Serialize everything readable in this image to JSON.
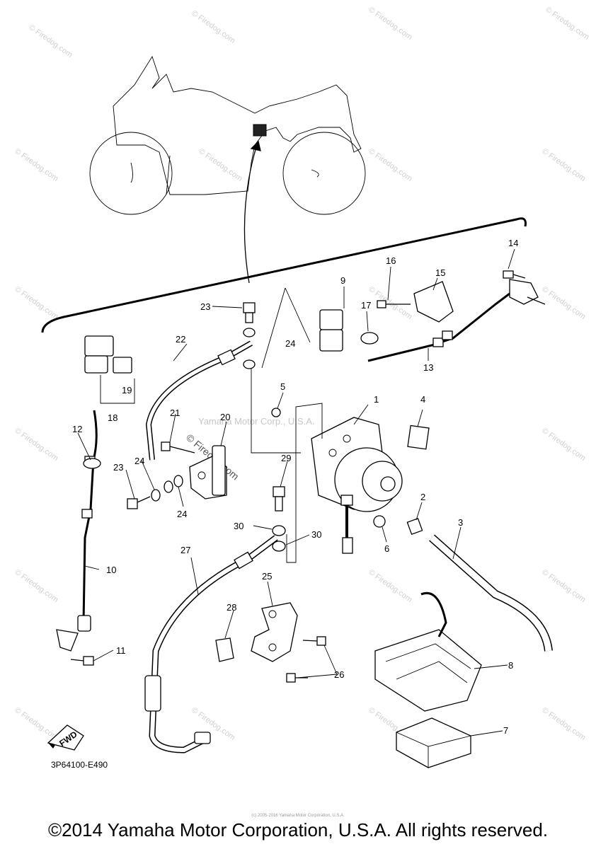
{
  "watermark_text": "© Firedog.com",
  "center_watermark": "Yamaha Motor Corp., U.S.A.",
  "firedog_diag": "© Firedog.com",
  "diagram_code": "3P64100-E490",
  "fwd_label": "FWD",
  "copyright": "©2014 Yamaha Motor Corporation, U.S.A. All rights reserved.",
  "fine_print": "(c) 2005-2016 Yamaha Motor Corporation, U.S.A.",
  "callouts": [
    "1",
    "2",
    "3",
    "4",
    "5",
    "6",
    "7",
    "8",
    "9",
    "10",
    "11",
    "12",
    "13",
    "14",
    "15",
    "16",
    "17",
    "18",
    "19",
    "20",
    "21",
    "22",
    "23",
    "23",
    "24",
    "24",
    "24",
    "25",
    "26",
    "27",
    "28",
    "29",
    "30",
    "30"
  ]
}
